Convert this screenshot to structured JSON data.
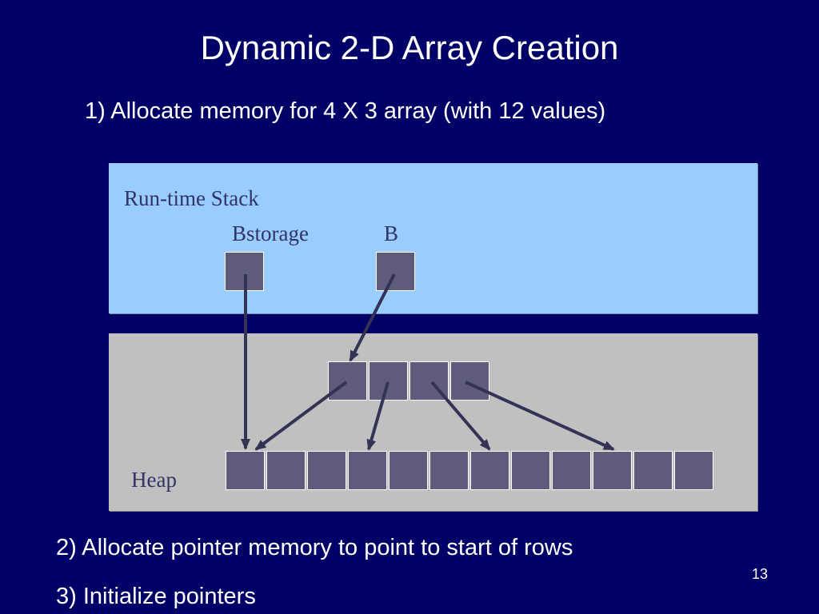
{
  "title": "Dynamic 2-D Array Creation",
  "steps": {
    "step1": "1) Allocate memory for 4 X 3 array (with 12 values)",
    "step2": "2) Allocate pointer memory to point to start of rows",
    "step3": "3) Initialize pointers"
  },
  "slide_number": "13",
  "stack": {
    "label": "Run-time Stack",
    "bstorage_label": "Bstorage",
    "b_label": "B"
  },
  "heap": {
    "label": "Heap"
  },
  "colors": {
    "background": "#000066",
    "stack_panel": "#99ccff",
    "heap_panel": "#c0c0c0",
    "cell_fill": "#5f5b7c",
    "arrow": "#333355"
  }
}
